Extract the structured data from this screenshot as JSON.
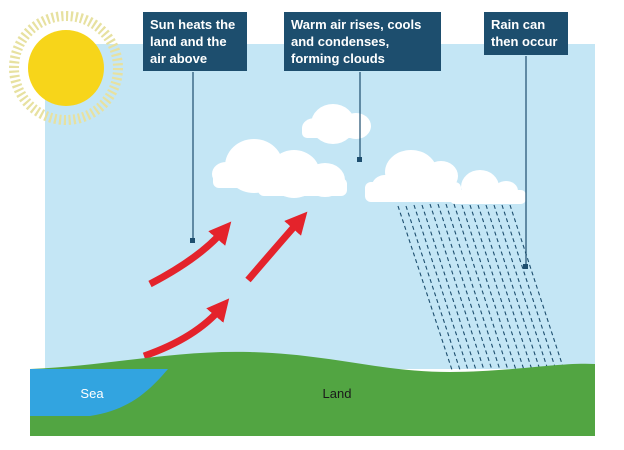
{
  "callouts": [
    {
      "lines": [
        "Sun heats the",
        "land and the",
        "air above"
      ]
    },
    {
      "lines": [
        "Warm air rises, cools",
        "and condenses,",
        "forming clouds"
      ]
    },
    {
      "lines": [
        "Rain can",
        "then occur"
      ]
    }
  ],
  "regions": {
    "sea_label": "Sea",
    "land_label": "Land"
  },
  "icons": [
    "sun-icon",
    "cloud-icon",
    "rain-icon",
    "arrow-icon"
  ],
  "colors": {
    "sky": "#c4e6f5",
    "callout_box": "#1d4e6e",
    "sun": "#f7d51a",
    "sun_rays": "#e7e1a0",
    "arrow": "#e4232b",
    "land": "#52a542",
    "sea": "#32a4e0",
    "rain": "#1d4e6e",
    "cloud": "#ffffff"
  }
}
